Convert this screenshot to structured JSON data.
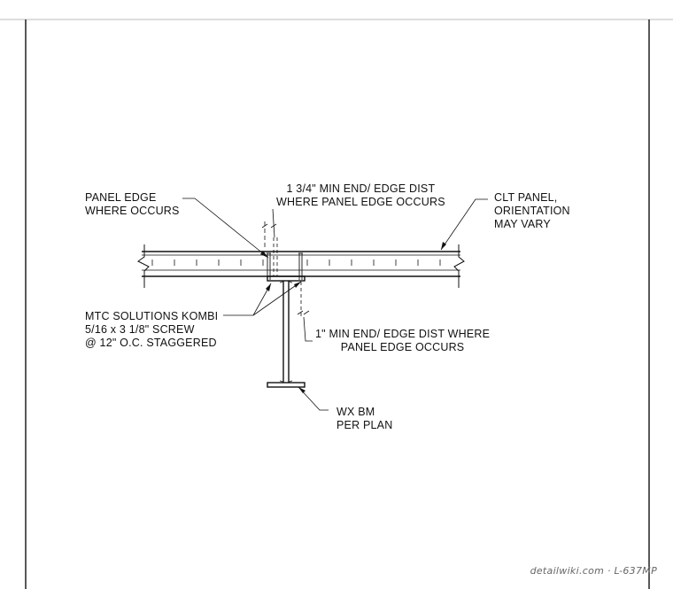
{
  "colors": {
    "line": "#111111",
    "frame": "#bbbbbb",
    "watermark": "#666666"
  },
  "labels": {
    "panel_edge": [
      "PANEL EDGE",
      "WHERE OCCURS"
    ],
    "min_dist_top": [
      "1 3/4\"  MIN END/ EDGE DIST",
      "WHERE PANEL EDGE OCCURS"
    ],
    "clt_panel": [
      "CLT PANEL,",
      "ORIENTATION",
      "MAY VARY"
    ],
    "screw": [
      "MTC SOLUTIONS KOMBI",
      "5/16 x 3 1/8\" SCREW",
      "@ 12\" O.C. STAGGERED"
    ],
    "min_dist_bottom": [
      "1\" MIN END/ EDGE DIST WHERE",
      "PANEL EDGE OCCURS"
    ],
    "beam": [
      "WX BM",
      "PER PLAN"
    ]
  },
  "watermark": "detailwiki.com · L-637MP"
}
